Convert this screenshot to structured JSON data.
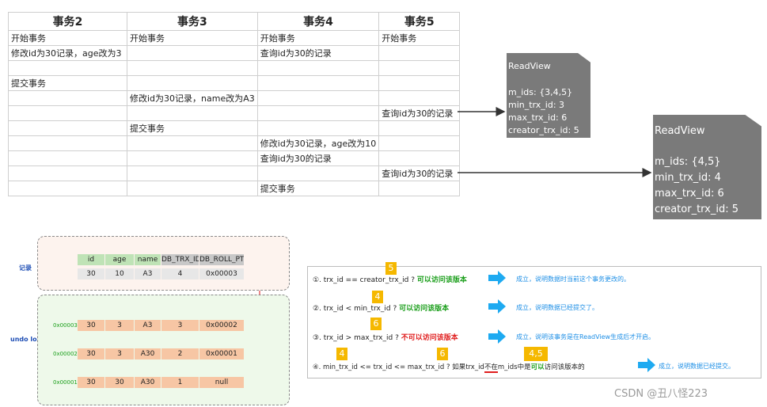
{
  "table": {
    "headers": [
      "事务2",
      "事务3",
      "事务4",
      "事务5"
    ],
    "rows": [
      [
        "开始事务",
        "开始事务",
        "开始事务",
        "开始事务"
      ],
      [
        "修改id为30记录，age改为3",
        "",
        "查询id为30的记录",
        ""
      ],
      [
        "",
        "",
        "",
        ""
      ],
      [
        "提交事务",
        "",
        "",
        ""
      ],
      [
        "",
        "修改id为30记录，name改为A3",
        "",
        ""
      ],
      [
        "",
        "",
        "",
        "查询id为30的记录"
      ],
      [
        "",
        "提交事务",
        "",
        ""
      ],
      [
        "",
        "",
        "修改id为30记录，age改为10",
        ""
      ],
      [
        "",
        "",
        "查询id为30的记录",
        ""
      ],
      [
        "",
        "",
        "",
        "查询id为30的记录"
      ],
      [
        "",
        "",
        "提交事务",
        ""
      ]
    ]
  },
  "readviews": [
    {
      "title": "ReadView",
      "lines": [
        "m_ids: {3,4,5}",
        "min_trx_id: 3",
        "max_trx_id: 6",
        "creator_trx_id: 5"
      ]
    },
    {
      "title": "ReadView",
      "lines": [
        "m_ids: {4,5}",
        "min_trx_id: 4",
        "max_trx_id: 6",
        "creator_trx_id: 5"
      ]
    }
  ],
  "record": {
    "label": "记录",
    "columns": [
      "id",
      "age",
      "name",
      "DB_TRX_ID",
      "DB_ROLL_PTR"
    ],
    "values": [
      "30",
      "10",
      "A3",
      "4",
      "0x00003"
    ]
  },
  "undo_log": {
    "label": "undo log",
    "rows": [
      {
        "addr": "0x00003",
        "values": [
          "30",
          "3",
          "A3",
          "3",
          "0x00002"
        ]
      },
      {
        "addr": "0x00002",
        "values": [
          "30",
          "3",
          "A30",
          "2",
          "0x00001"
        ]
      },
      {
        "addr": "0x00001",
        "values": [
          "30",
          "30",
          "A30",
          "1",
          "null"
        ]
      }
    ]
  },
  "rules": [
    {
      "badge": "5",
      "condition": "①. trx_id  == creator_trx_id ? ",
      "verdict": "可以访问该版本",
      "verdict_ok": true,
      "result": "成立，说明数据时当前这个事务更改的。"
    },
    {
      "badge": "4",
      "condition": "②. trx_id < min_trx_id ? ",
      "verdict": "可以访问该版本",
      "verdict_ok": true,
      "result": "成立，说明数据已经提交了。"
    },
    {
      "badge": "6",
      "condition": "③. trx_id > max_trx_id ? ",
      "verdict": "不可以访问该版本",
      "verdict_ok": false,
      "result": "成立，说明该事务是在ReadView生成后才开启。"
    },
    {
      "badges": [
        "4",
        "6",
        "4,5"
      ],
      "condition_a": "④. min_trx_id <= trx_id <= max_trx_id ? 如果trx_id",
      "not_in": "不在",
      "condition_b": "m_ids中是",
      "verdict": "可以",
      "condition_c": "访问该版本的",
      "result": "成立，说明数据已经提交。"
    }
  ],
  "watermark": "CSDN @丑八怪223",
  "colors": {
    "readview_bg": "#7a7a7a",
    "badge": "#f5b800",
    "blue_arrow": "#1eaaf1",
    "red_link": "#e23b3b",
    "yes": "#1a9e1a",
    "no": "#e01e1e"
  }
}
